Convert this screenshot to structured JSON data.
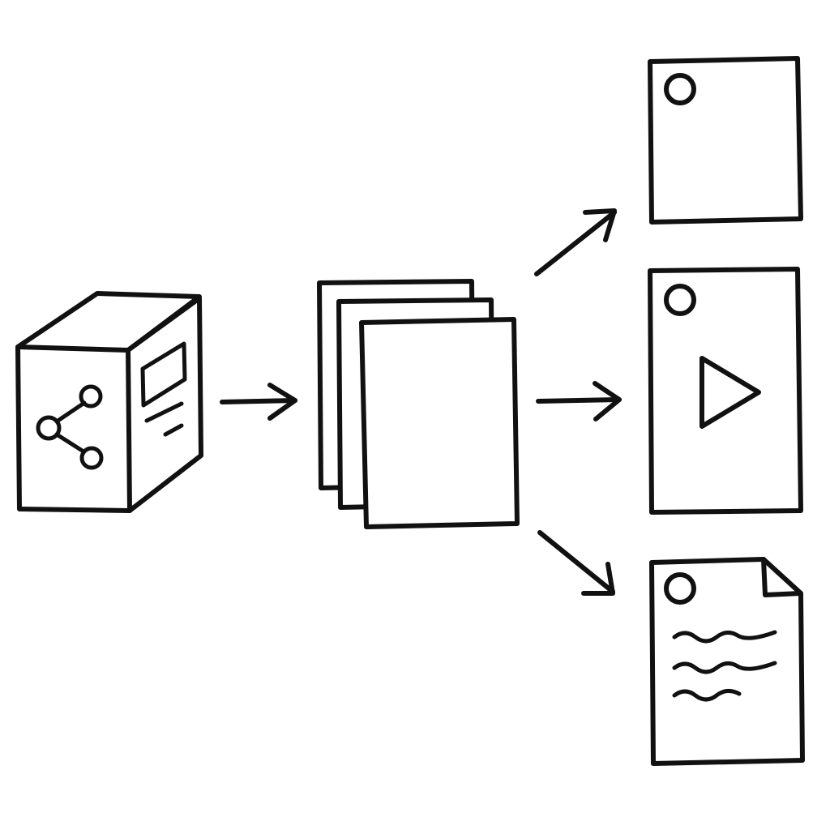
{
  "diagram": {
    "style": "hand-drawn sketch, black ink on white",
    "ink_color": "#111111",
    "background": "#ffffff",
    "nodes": [
      {
        "id": "server",
        "icon": "server-box-with-share-icon"
      },
      {
        "id": "document-stack",
        "icon": "stacked-pages-icon"
      },
      {
        "id": "output-image",
        "icon": "image-card-icon"
      },
      {
        "id": "output-video",
        "icon": "video-card-play-icon"
      },
      {
        "id": "output-text",
        "icon": "text-document-icon"
      }
    ],
    "edges": [
      {
        "from": "server",
        "to": "document-stack"
      },
      {
        "from": "document-stack",
        "to": "output-image"
      },
      {
        "from": "document-stack",
        "to": "output-video"
      },
      {
        "from": "document-stack",
        "to": "output-text"
      }
    ]
  }
}
